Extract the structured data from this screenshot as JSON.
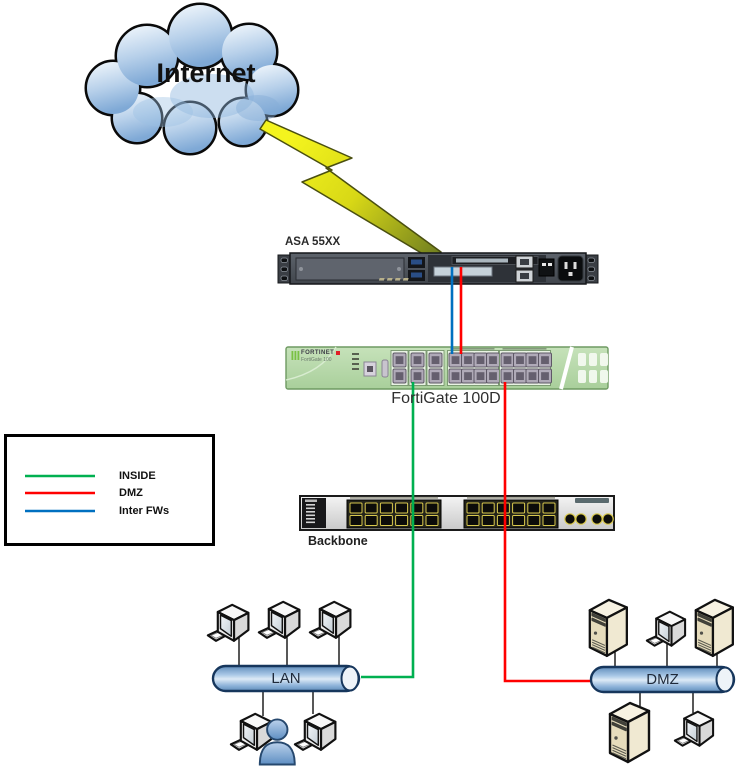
{
  "nodes": {
    "internet": {
      "label": "Internet"
    },
    "asa_firewall": {
      "label": "ASA 55XX"
    },
    "fortigate_firewall": {
      "label": "FortiGate 100D",
      "brand": "FORTINET",
      "model_text": "FortiGate 100"
    },
    "backbone_switch": {
      "label": "Backbone"
    },
    "lan_segment": {
      "label": "LAN",
      "client_count": 5,
      "user_count": 1
    },
    "dmz_segment": {
      "label": "DMZ",
      "server_count": 3,
      "client_count": 2
    }
  },
  "legend": {
    "items": [
      {
        "label": "INSIDE",
        "color": "#00b050"
      },
      {
        "label": "DMZ",
        "color": "#ff0000"
      },
      {
        "label": "Inter FWs",
        "color": "#0070c0"
      }
    ]
  },
  "connections": [
    {
      "name": "internet-to-asa",
      "style": "lightning-bolt",
      "color": "#e8e619"
    },
    {
      "name": "asa-to-fortigate-blue",
      "color": "#0070c0"
    },
    {
      "name": "asa-to-fortigate-red",
      "color": "#ff0000"
    },
    {
      "name": "fortigate-to-lan-green",
      "color": "#00b050"
    },
    {
      "name": "fortigate-to-dmz-red",
      "color": "#ff0000"
    }
  ]
}
